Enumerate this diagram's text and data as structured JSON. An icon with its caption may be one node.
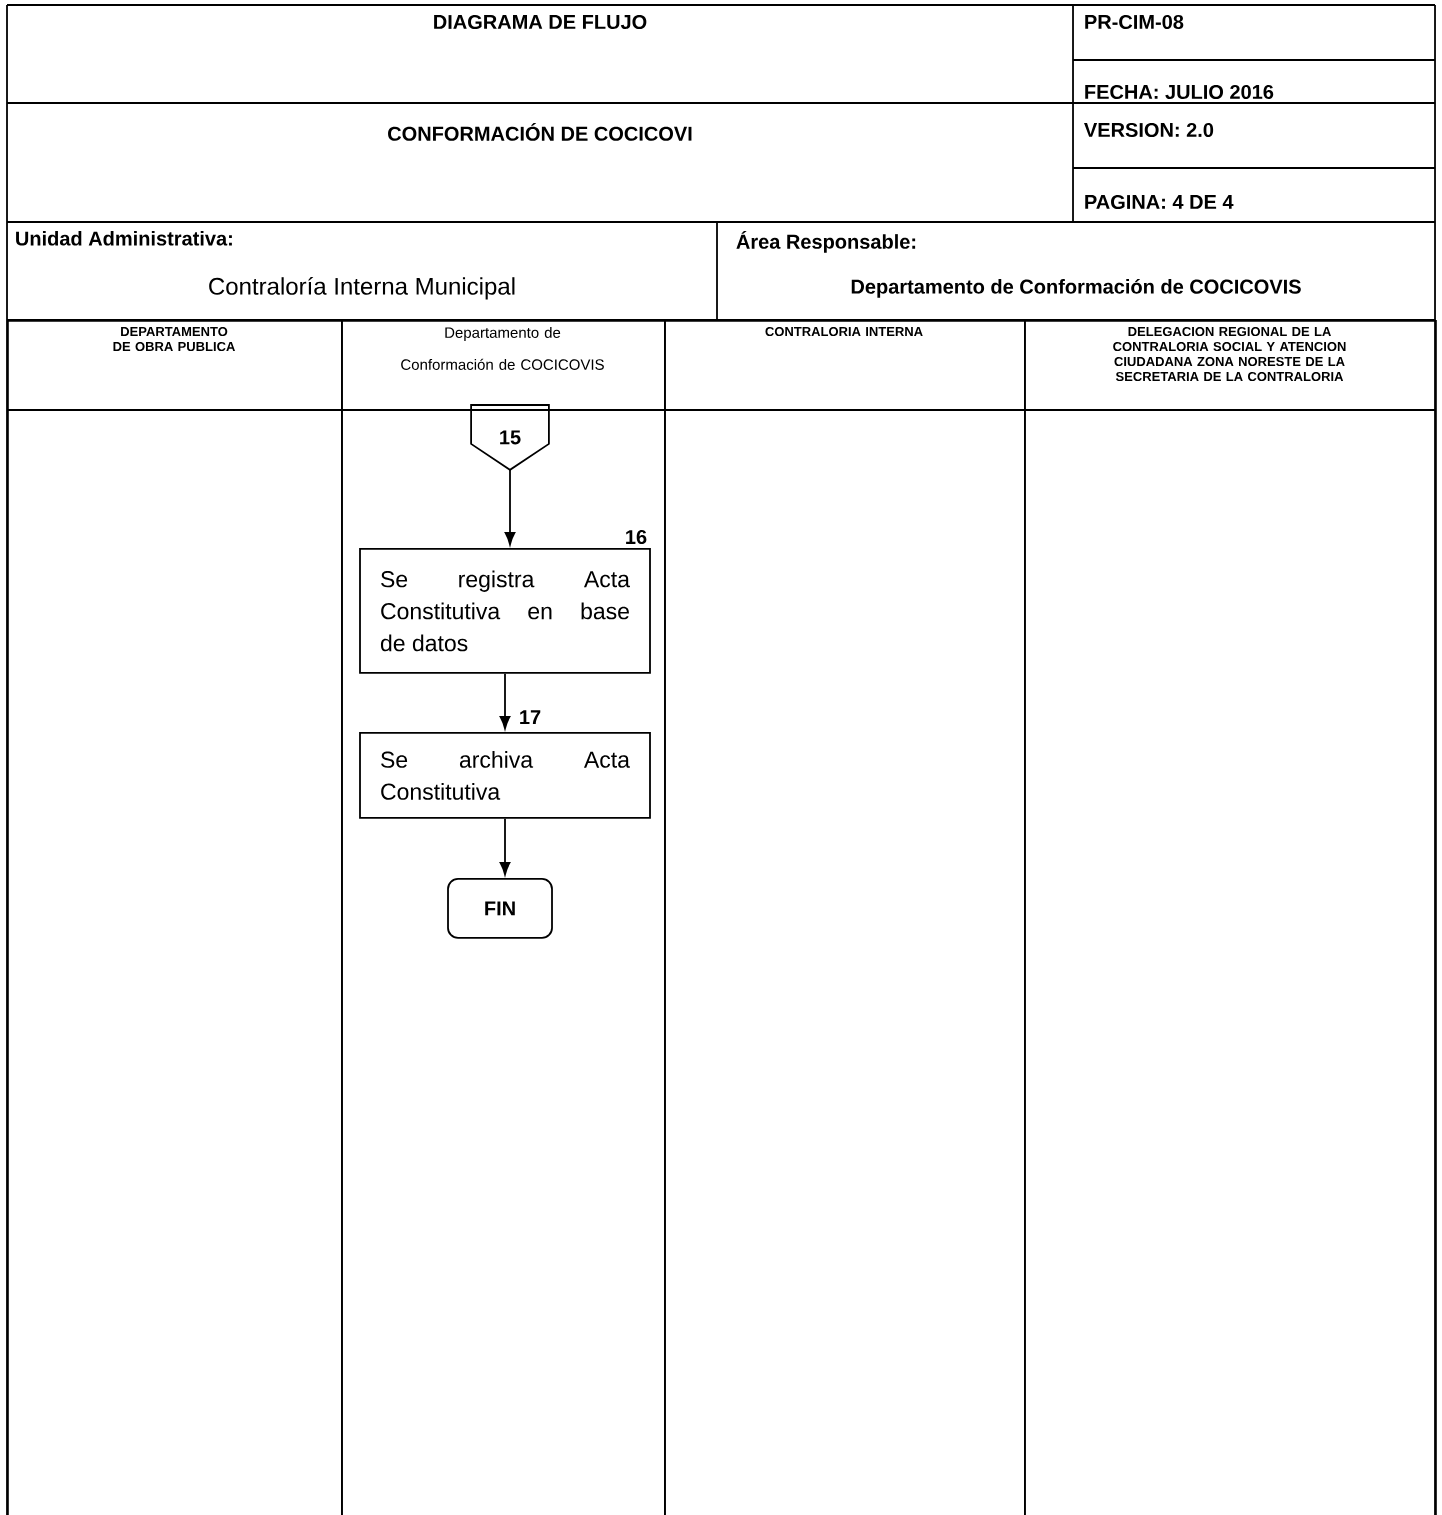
{
  "diagram": {
    "title": "DIAGRAMA DE FLUJO",
    "nodes": [
      {
        "text": [
          "DEPARTAMENTO DE OBRA PUBLICA"
        ]
      },
      {
        "text": [
          "Departamento de Conformación de COCICOVIS"
        ]
      },
      {
        "text": [
          "CONTRALORIA INTERNA"
        ]
      },
      {
        "text": [
          "DELEGACION REGIONAL DE LA CONTRALORIA SOCIAL Y ATENCION CIUDADANA ZONA NORESTE DE LA SECRETARIA DE LA CONTRALORIA"
        ]
      },
      {
        "text": [
          "15"
        ],
        "in": 1
      },
      {
        "text": [
          "Se registra Acta Constitutiva en base de datos"
        ],
        "in": 1,
        "beside": [
          "16"
        ]
      },
      {
        "text": [
          "Se archiva Acta Constitutiva"
        ],
        "in": 1,
        "beside": [
          "17"
        ]
      },
      {
        "text": [
          "FIN"
        ],
        "in": 1
      }
    ],
    "edges": [
      {
        "from": 4,
        "to": 5,
        "arrow": "to"
      },
      {
        "from": 5,
        "to": 6,
        "arrow": "to"
      },
      {
        "from": 6,
        "to": 7,
        "arrow": "to"
      }
    ],
    "labels": [
      "PR-CIM-08",
      "FECHA: JULIO 2016",
      "CONFORMACIÓN DE COCICOVI",
      "VERSION: 2.0",
      "PAGINA: 4 DE 4",
      "Unidad Administrativa:",
      "Contraloría Interna Municipal",
      "Área Responsable:",
      "Departamento de Conformación de COCICOVIS"
    ]
  }
}
